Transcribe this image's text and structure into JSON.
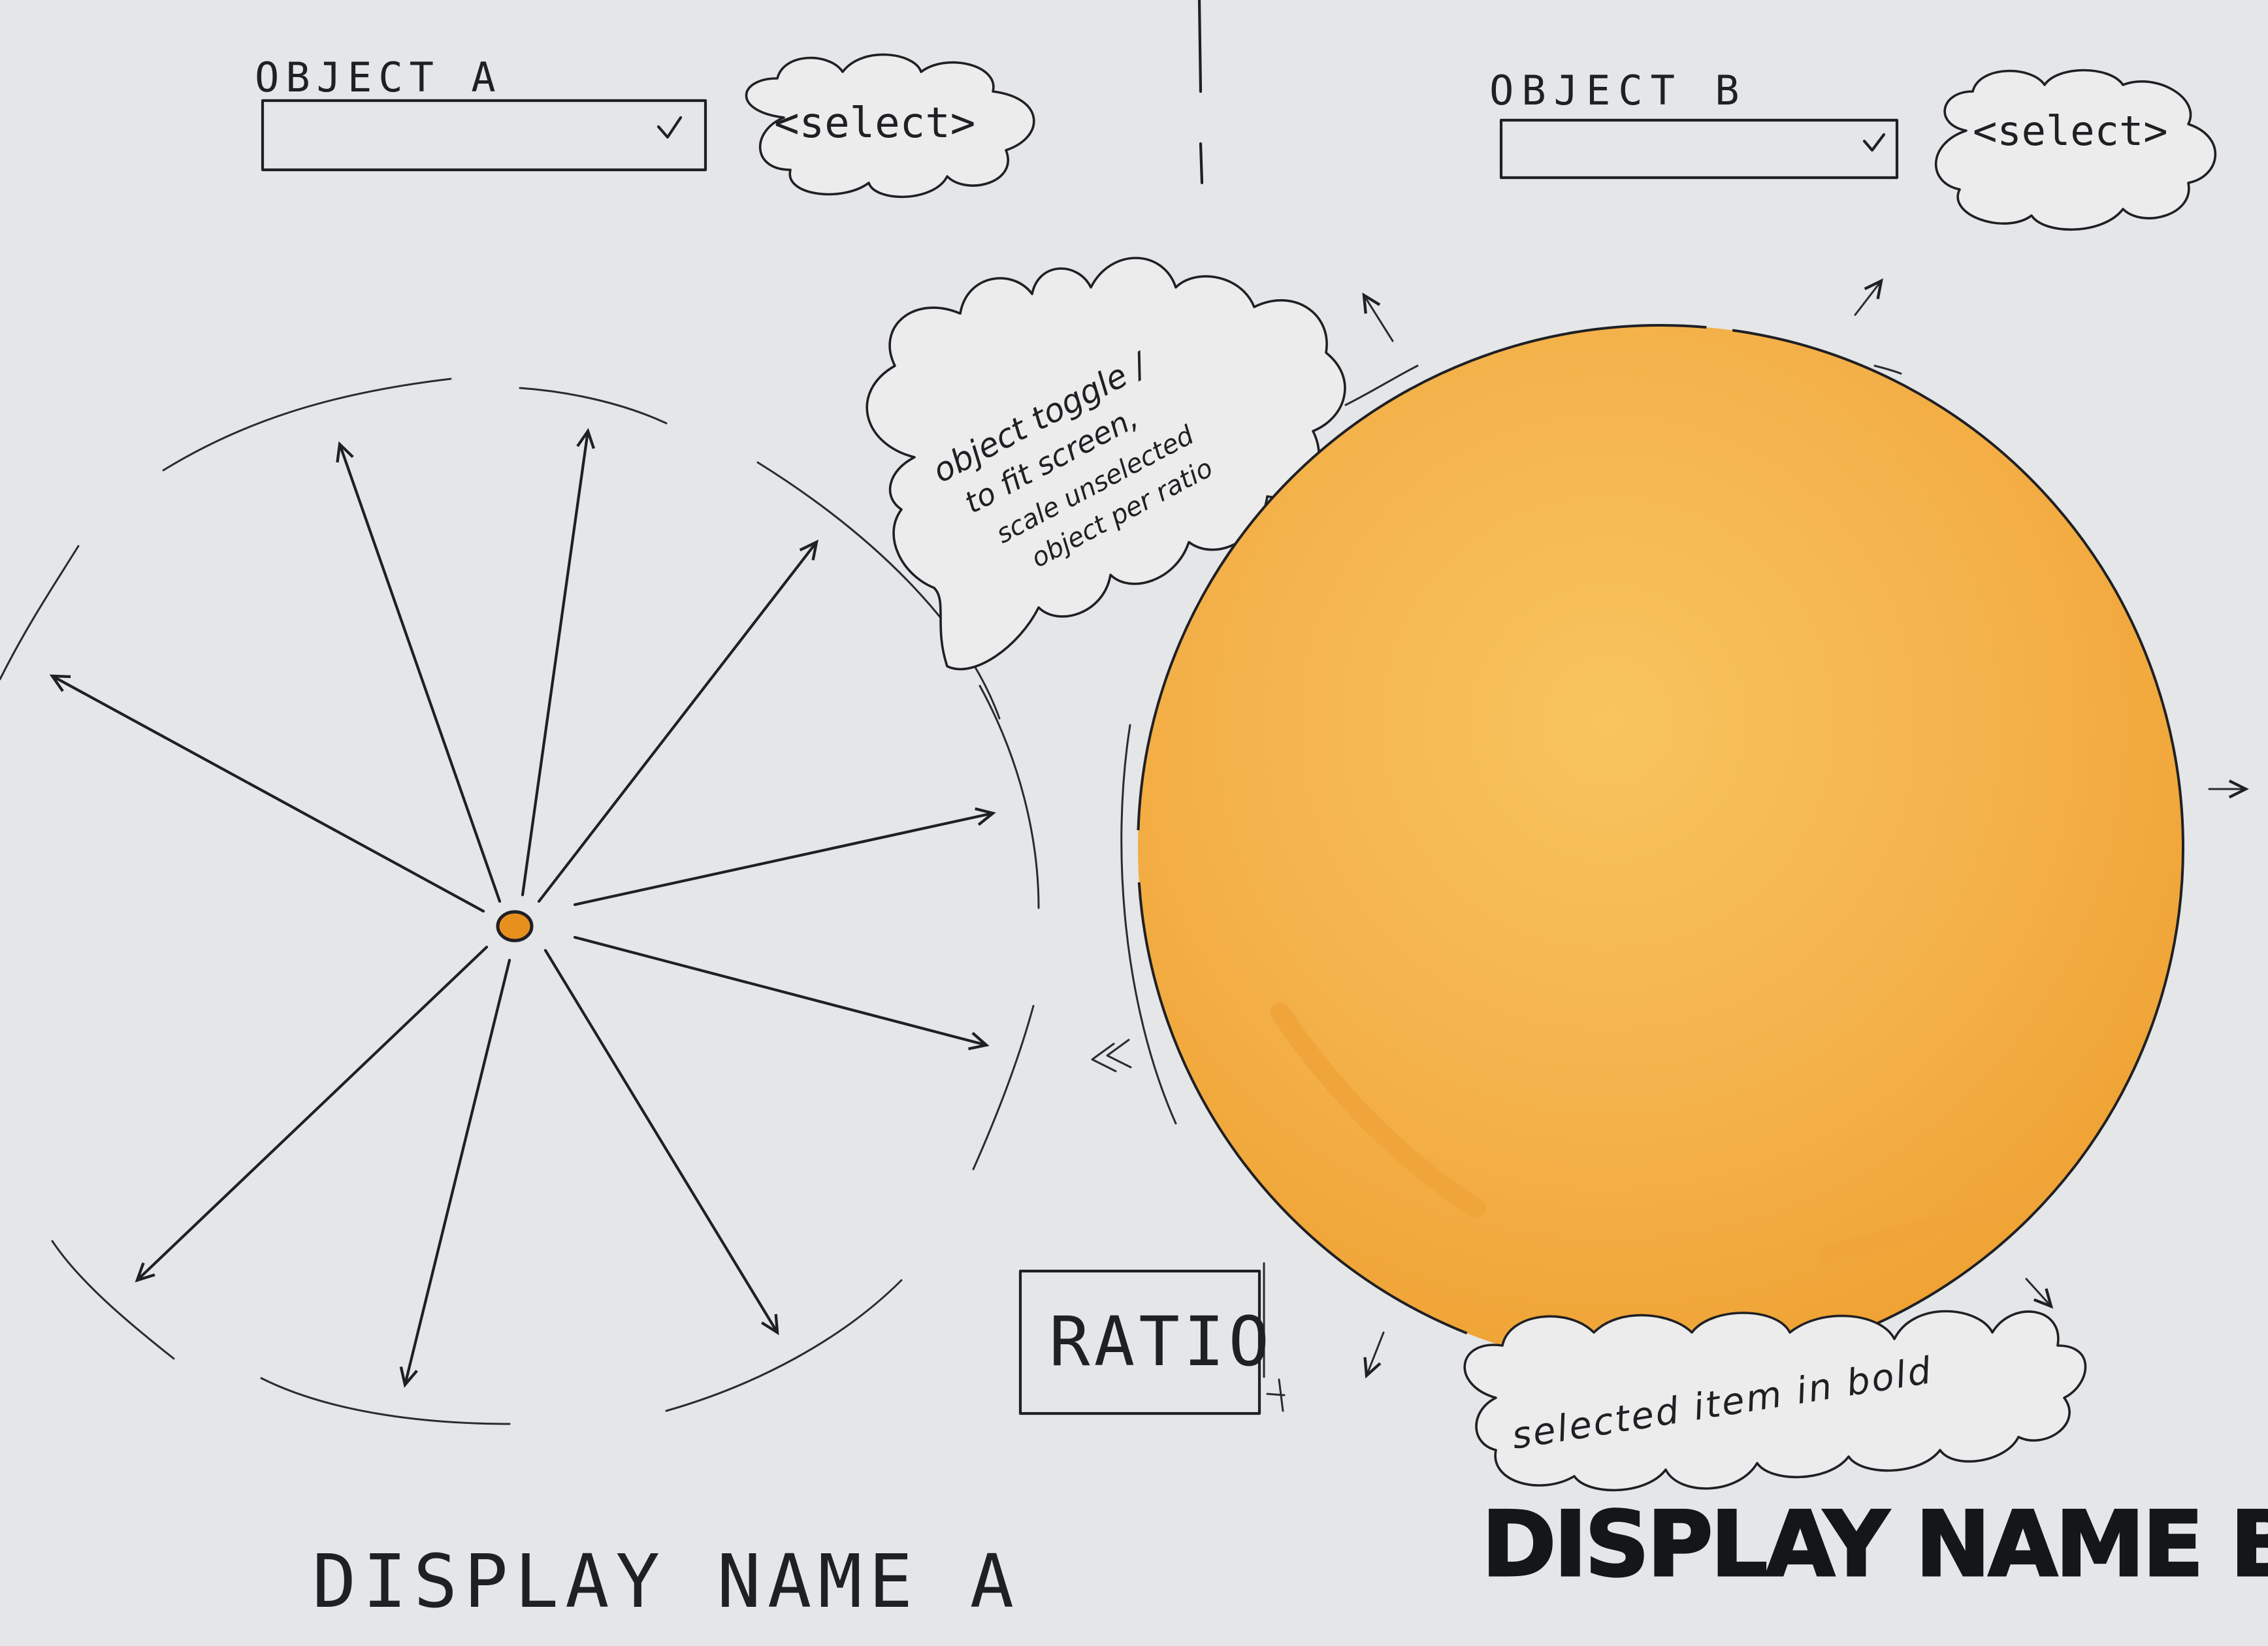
{
  "object_a": {
    "label": "OBJECT A",
    "dropdown_value": "",
    "chevron": "chevron-down-icon",
    "select_note": "<select>"
  },
  "object_b": {
    "label": "OBJECT B",
    "dropdown_value": "",
    "chevron": "chevron-down-icon",
    "select_note": "<select>"
  },
  "annotations": {
    "toggle_note": [
      "object toggle /",
      "to fit screen,",
      "scale unselected",
      "object per ratio"
    ],
    "selected_note": "selected item in bold"
  },
  "ratio_button": {
    "label": "RATIO"
  },
  "display_names": {
    "a": "DISPLAY NAME A",
    "b": "DISPLAY NAME B"
  },
  "colors": {
    "paper": "#e4e6e8",
    "ink": "#1f2024",
    "object_fill": "#f2a73b",
    "object_fill_light": "#f6bf58"
  },
  "icons": {
    "expand_arrows": "expand-arrow-icon",
    "shrink_arrow": "double-chevron-left-icon"
  }
}
